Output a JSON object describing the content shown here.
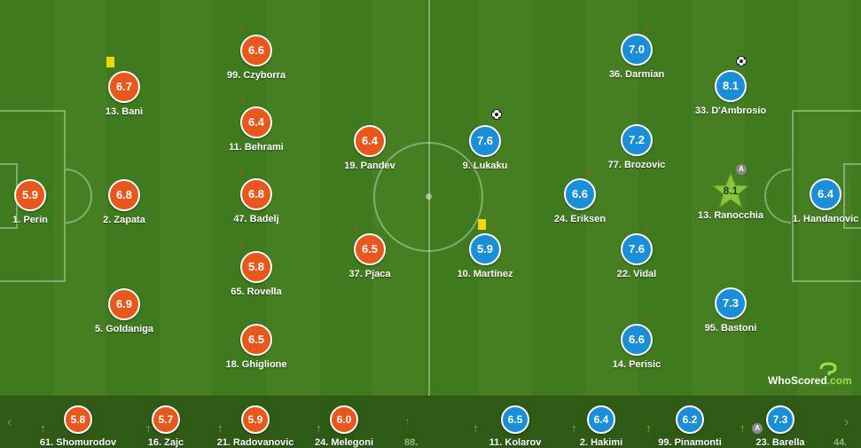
{
  "colors": {
    "home": "#e8571c",
    "away": "#1a8ed8",
    "motm": "#8bc53f",
    "sub_off_arrow": "#e33b2b",
    "sub_on_arrow": "#5bd043",
    "yellow_card": "#f0d800"
  },
  "brand": {
    "logo_a": "WhoScored",
    "logo_b": ".com"
  },
  "home": {
    "players": [
      {
        "name": "1. Perin",
        "rating": "5.9"
      },
      {
        "name": "13. Bani",
        "rating": "6.7"
      },
      {
        "name": "2. Zapata",
        "rating": "6.8"
      },
      {
        "name": "5. Goldaniga",
        "rating": "6.9"
      },
      {
        "name": "99. Czyborra",
        "rating": "6.6"
      },
      {
        "name": "11. Behrami",
        "rating": "6.4"
      },
      {
        "name": "47. Badelj",
        "rating": "6.8"
      },
      {
        "name": "65. Rovella",
        "rating": "5.8"
      },
      {
        "name": "18. Ghiglione",
        "rating": "6.5"
      },
      {
        "name": "19. Pandev",
        "rating": "6.4"
      },
      {
        "name": "37. Pjaca",
        "rating": "6.5"
      }
    ],
    "bench": [
      {
        "name": "61. Shomurodov",
        "rating": "5.8"
      },
      {
        "name": "16. Zajc",
        "rating": "5.7"
      },
      {
        "name": "21. Radovanovic",
        "rating": "5.9"
      },
      {
        "name": "24. Melegoni",
        "rating": "6.0"
      },
      {
        "name": "88."
      }
    ]
  },
  "away": {
    "players": [
      {
        "name": "9. Lukaku",
        "rating": "7.6"
      },
      {
        "name": "10. Martínez",
        "rating": "5.9"
      },
      {
        "name": "36. Darmian",
        "rating": "7.0"
      },
      {
        "name": "77. Brozovic",
        "rating": "7.2"
      },
      {
        "name": "24. Eriksen",
        "rating": "6.6"
      },
      {
        "name": "22. Vidal",
        "rating": "7.6"
      },
      {
        "name": "14. Perisic",
        "rating": "6.6"
      },
      {
        "name": "33. D'Ambrosio",
        "rating": "8.1"
      },
      {
        "name": "13. Ranocchia",
        "rating": "8.1",
        "captain": "A"
      },
      {
        "name": "95. Bastoni",
        "rating": "7.3"
      },
      {
        "name": "1. Handanovic",
        "rating": "6.4"
      }
    ],
    "bench": [
      {
        "name": "11. Kolarov",
        "rating": "6.5"
      },
      {
        "name": "2. Hakimi",
        "rating": "6.4"
      },
      {
        "name": "99. Pinamonti",
        "rating": "6.2"
      },
      {
        "name": "23. Barella",
        "rating": "7.3",
        "captain": "A"
      },
      {
        "name": "44."
      }
    ]
  }
}
